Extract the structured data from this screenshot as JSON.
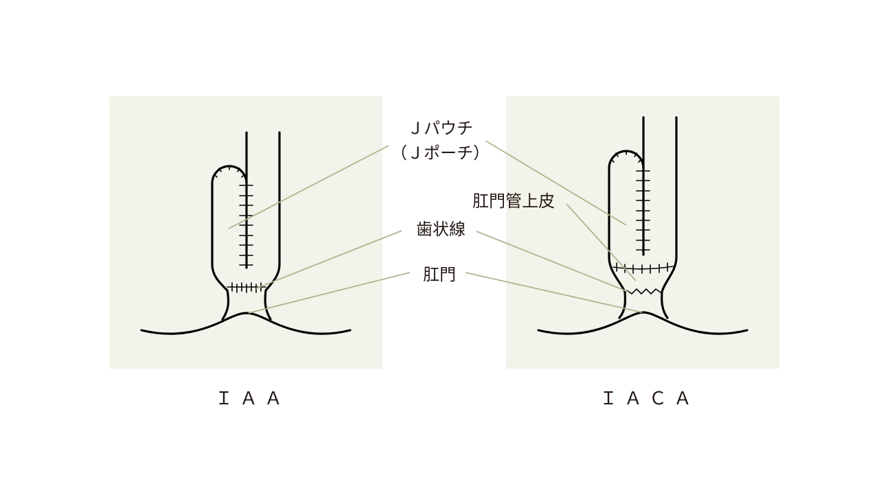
{
  "labels": {
    "j_pouch": "Ｊパウチ",
    "j_pouch_alt": "（Ｊポーチ）",
    "anal_canal_epithelium": "肛門管上皮",
    "dentate_line": "歯状線",
    "anus": "肛門"
  },
  "captions": {
    "left": "ＩＡＡ",
    "right": "ＩＡＣＡ"
  },
  "colors": {
    "panel": "#f2f3ea",
    "leader": "#b3b38f",
    "ink": "#000000"
  }
}
